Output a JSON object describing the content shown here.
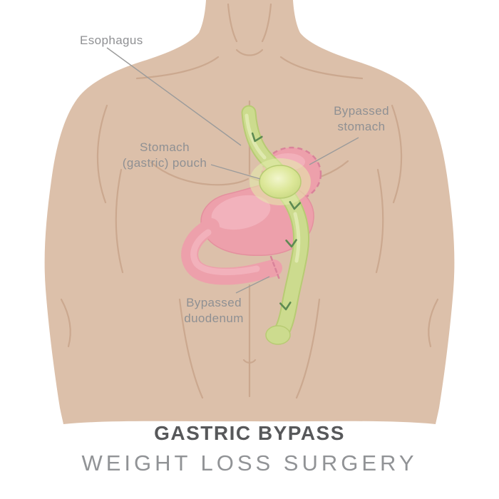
{
  "diagram": {
    "labels": {
      "esophagus": "Esophagus",
      "bypassed_stomach": {
        "line1": "Bypassed",
        "line2": "stomach"
      },
      "gastric_pouch": {
        "line1": "Stomach",
        "line2": "(gastric) pouch"
      },
      "bypassed_duodenum": {
        "line1": "Bypassed",
        "line2": "duodenum"
      }
    },
    "title": "GASTRIC BYPASS",
    "subtitle": "WEIGHT LOSS SURGERY",
    "colors": {
      "background": "#ffffff",
      "skin": "#dcc0aa",
      "skin_detail": "#c9a68d",
      "organ_pink": "#eda0ab",
      "organ_pink_highlight": "#f3b7c0",
      "organ_pink_dashed": "#d9839a",
      "tract_green": "#ccdb8e",
      "tract_green_dark": "#b7cb73",
      "tract_green_light": "#e6edb9",
      "arrow_green": "#5d8a52",
      "label_text": "#8f9093",
      "leader_line": "#9b9b9b",
      "title_text": "#57585a",
      "subtitle_text": "#919396"
    }
  }
}
